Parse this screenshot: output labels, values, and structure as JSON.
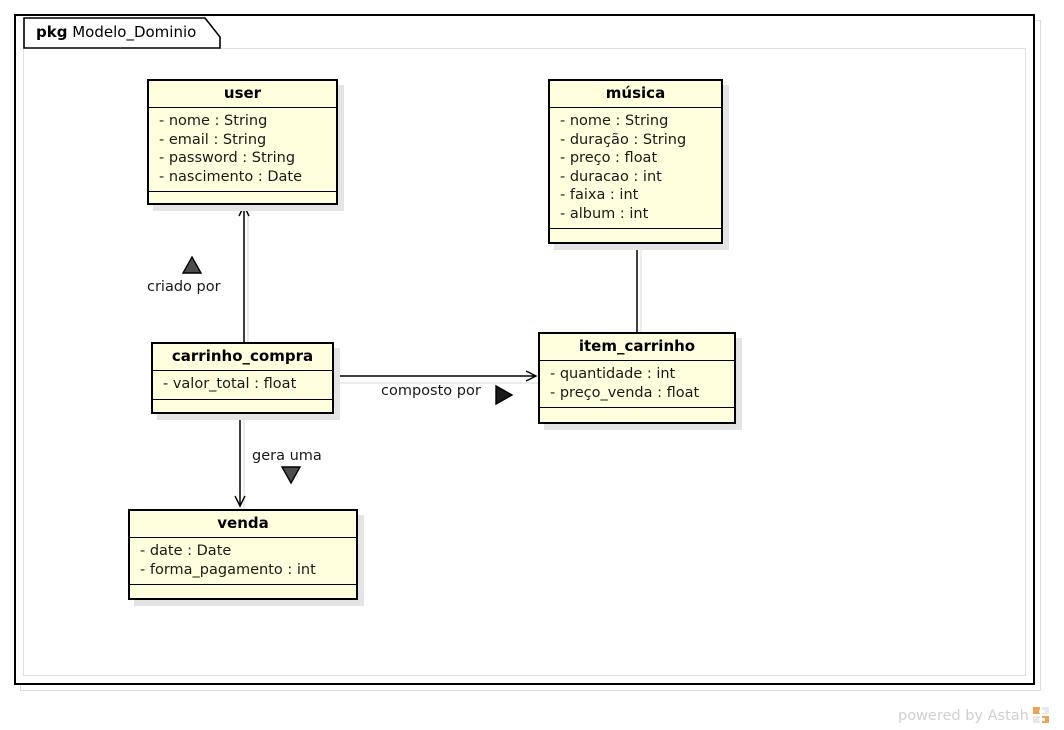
{
  "package": {
    "keyword": "pkg",
    "name": "Modelo_Dominio"
  },
  "colors": {
    "class_fill": "#ffffdd",
    "class_border": "#000000",
    "shadow": "#e4e4e4",
    "frame_border": "#000000",
    "text": "#1a1a1a",
    "watermark_text": "#cfcfcf",
    "logo_orange": "#f0a450"
  },
  "classes": [
    {
      "id": "user",
      "name": "user",
      "attributes": [
        "- nome : String",
        "- email : String",
        "- password : String",
        "- nascimento : Date"
      ],
      "operations": []
    },
    {
      "id": "musica",
      "name": "música",
      "attributes": [
        "- nome : String",
        "- duração : String",
        "- preço : float",
        "- duracao : int",
        "- faixa : int",
        "- album : int"
      ],
      "operations": []
    },
    {
      "id": "carrinho_compra",
      "name": "carrinho_compra",
      "attributes": [
        "- valor_total : float"
      ],
      "operations": []
    },
    {
      "id": "item_carrinho",
      "name": "item_carrinho",
      "attributes": [
        "- quantidade : int",
        "- preço_venda : float"
      ],
      "operations": []
    },
    {
      "id": "venda",
      "name": "venda",
      "attributes": [
        "- date : Date",
        "- forma_pagamento : int"
      ],
      "operations": []
    }
  ],
  "relationships": [
    {
      "id": "criado-por",
      "label": "criado por",
      "from": "carrinho_compra",
      "to": "user",
      "direction": "up",
      "arrow": "open"
    },
    {
      "id": "gera-uma",
      "label": "gera uma",
      "from": "carrinho_compra",
      "to": "venda",
      "direction": "down",
      "arrow": "open"
    },
    {
      "id": "composto-por",
      "label": "composto por",
      "from": "carrinho_compra",
      "to": "item_carrinho",
      "direction": "right",
      "arrow": "open"
    },
    {
      "id": "musica-item",
      "label": "",
      "from": "musica",
      "to": "item_carrinho",
      "direction": "none",
      "arrow": "none"
    }
  ],
  "watermark": {
    "text": "powered by Astah",
    "logo": "astah-logo-icon"
  }
}
